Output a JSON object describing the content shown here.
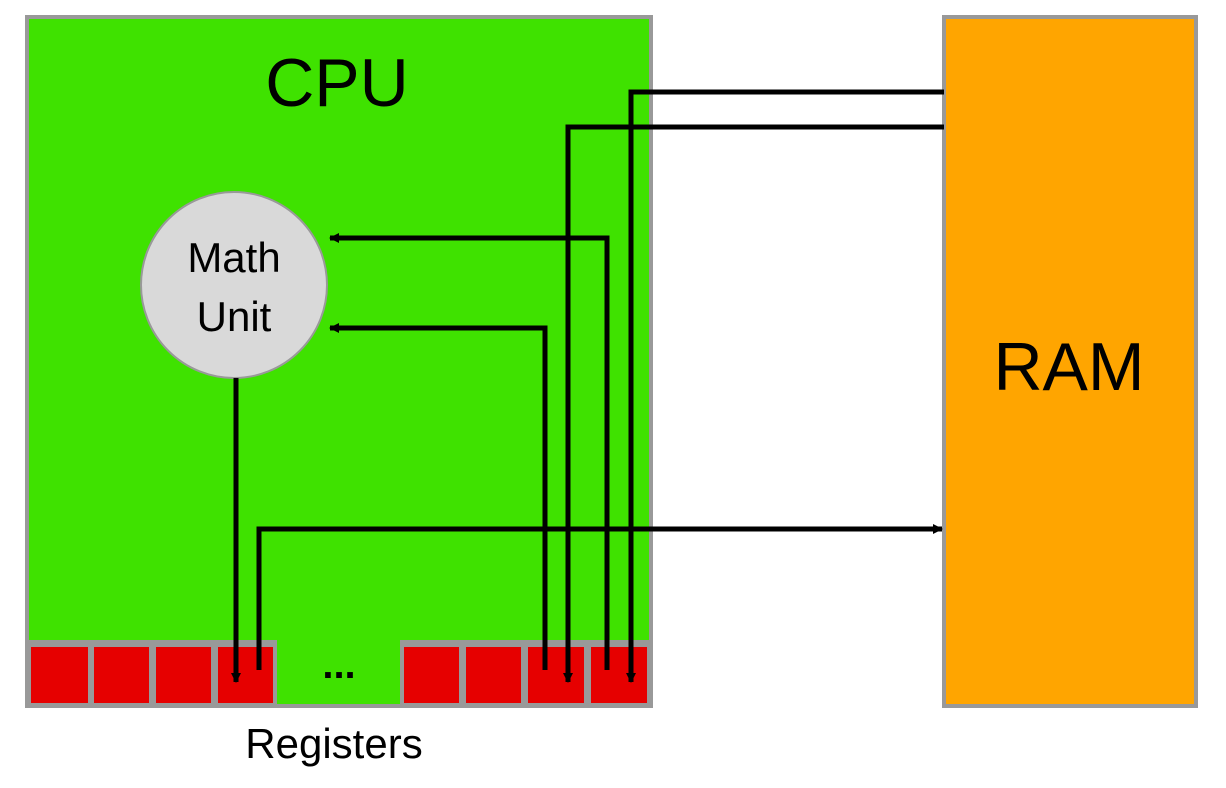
{
  "cpu": {
    "label": "CPU",
    "fill": "#3fe200",
    "border": "#999999"
  },
  "ram": {
    "label": "RAM",
    "fill": "#ffa500",
    "border": "#999999"
  },
  "math_unit": {
    "line1": "Math",
    "line2": "Unit",
    "fill": "#d9d9d9"
  },
  "registers": {
    "label": "Registers",
    "ellipsis": "...",
    "fill": "#e60000"
  },
  "colors": {
    "wire": "#000000"
  }
}
